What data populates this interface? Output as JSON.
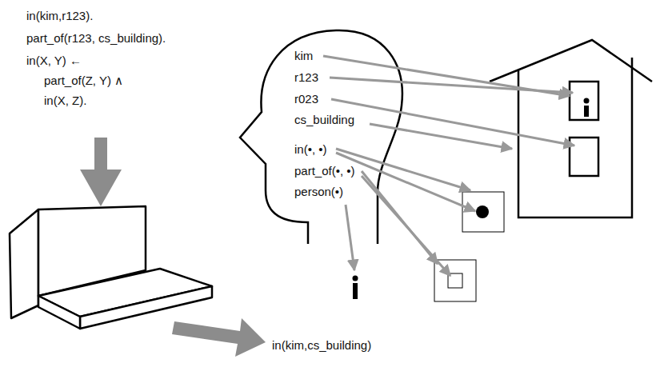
{
  "diagram": {
    "nodes": [
      {
        "text": [
          "kim",
          "r123",
          "r023",
          "cs_building",
          "in(•, •)",
          "part_of(•, •)",
          "person(•)"
        ]
      }
    ],
    "labels": [
      "in(kim,r123).",
      "part_of(r123, cs_building).",
      "in(X, Y) ←",
      "part_of(Z, Y) ∧",
      "in(X, Z).",
      "in(kim,cs_building)"
    ]
  }
}
